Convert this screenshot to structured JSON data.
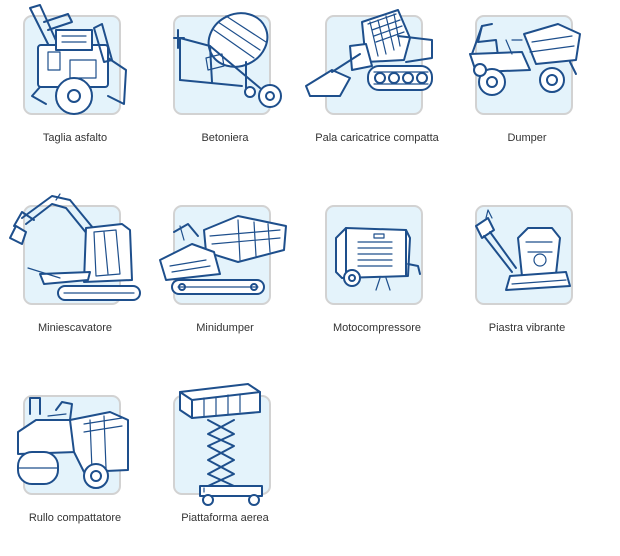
{
  "equipment": [
    {
      "label": "Taglia asfalto",
      "icon": "asphalt-cutter-icon"
    },
    {
      "label": "Betoniera",
      "icon": "concrete-mixer-icon"
    },
    {
      "label": "Pala caricatrice compatta",
      "icon": "skid-steer-loader-icon"
    },
    {
      "label": "Dumper",
      "icon": "dumper-icon"
    },
    {
      "label": "Miniescavatore",
      "icon": "mini-excavator-icon"
    },
    {
      "label": "Minidumper",
      "icon": "mini-dumper-icon"
    },
    {
      "label": "Motocompressore",
      "icon": "motor-compressor-icon"
    },
    {
      "label": "Piastra vibrante",
      "icon": "vibrating-plate-icon"
    },
    {
      "label": "Rullo compattatore",
      "icon": "road-roller-icon"
    },
    {
      "label": "Piattaforma aerea",
      "icon": "aerial-platform-icon"
    }
  ],
  "colors": {
    "tile_bg": "#e4f3fb",
    "tile_border": "#d2d2d2",
    "line_art": "#1e4f8c",
    "label_text": "#333333"
  }
}
